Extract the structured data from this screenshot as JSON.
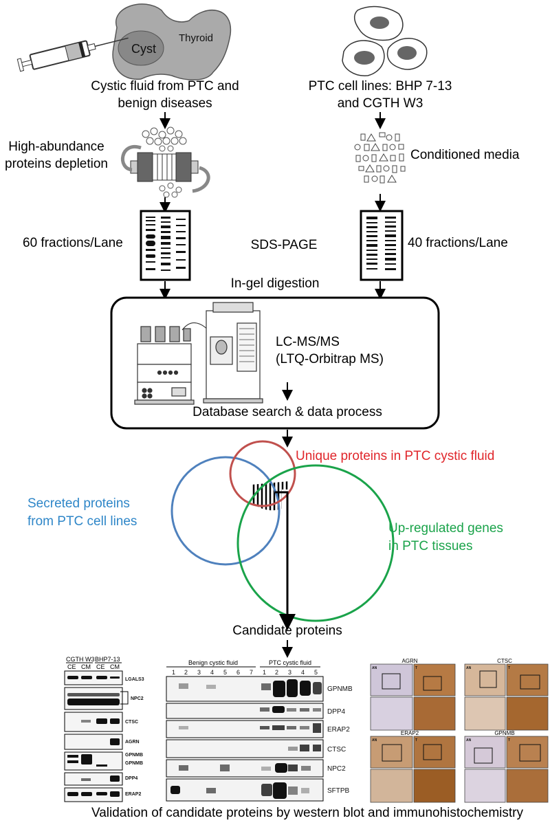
{
  "top": {
    "cyst_label": "Cyst",
    "thyroid_label": "Thyroid",
    "left_source_line1": "Cystic fluid from PTC and",
    "left_source_line2": "benign diseases",
    "right_source_line1": "PTC cell lines: BHP 7-13",
    "right_source_line2": "and CGTH W3"
  },
  "prep": {
    "depletion_line1": "High-abundance",
    "depletion_line2": "proteins depletion",
    "conditioned_media": "Conditioned media",
    "left_fractions": "60 fractions/Lane",
    "sds_page": "SDS-PAGE",
    "right_fractions": "40 fractions/Lane",
    "in_gel": "In-gel digestion"
  },
  "ms": {
    "lcms_line1": "LC-MS/MS",
    "lcms_line2": "(LTQ-Orbitrap MS)",
    "database": "Database search & data process"
  },
  "venn": {
    "unique": "Unique proteins in PTC cystic fluid",
    "secreted_line1": "Secreted proteins",
    "secreted_line2": "from PTC cell lines",
    "upreg_line1": "Up-regulated genes",
    "upreg_line2": "in PTC tissues",
    "candidate": "Candidate proteins",
    "colors": {
      "unique": "#c0504d",
      "secreted": "#4f81bd",
      "upreg": "#1aa34a"
    }
  },
  "wb_left": {
    "group1": "CGTH W3",
    "group2": "BHP7-13",
    "lanes": [
      "CE",
      "CM",
      "CE",
      "CM"
    ],
    "labels": [
      "LGALS3",
      "NPC2",
      "CTSC",
      "AGRN",
      "GPNMB",
      "GPNMB",
      "DPP4",
      "ERAP2"
    ]
  },
  "wb_mid": {
    "benign": "Benign cystic fluid",
    "ptc": "PTC cystic fluid",
    "benign_lanes": [
      "1",
      "2",
      "3",
      "4",
      "5",
      "6",
      "7"
    ],
    "ptc_lanes": [
      "1",
      "2",
      "3",
      "4",
      "5"
    ],
    "proteins": [
      "GPNMB",
      "DPP4",
      "ERAP2",
      "CTSC",
      "NPC2",
      "SFTPB"
    ]
  },
  "ihc": {
    "panels": [
      "AGRN",
      "CTSC",
      "ERAP2",
      "GPNMB"
    ],
    "an": "AN",
    "t": "T"
  },
  "footer": "Validation of candidate proteins by western blot and immunohistochemistry"
}
